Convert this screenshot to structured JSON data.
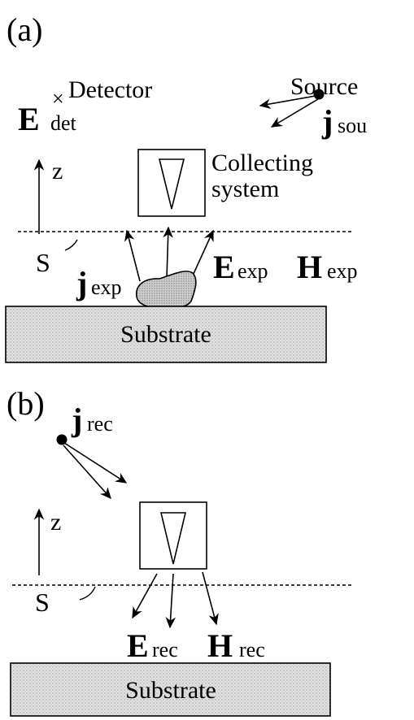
{
  "panel_a": {
    "label": "(a)",
    "detector_label": "Detector",
    "det_field": {
      "symbol": "E",
      "superscript": "×",
      "subscript": "det"
    },
    "source_label": "Source",
    "source_current": {
      "symbol": "j",
      "subscript": "sou"
    },
    "axis_label": "z",
    "collecting_label_line1": "Collecting",
    "collecting_label_line2": "system",
    "surface_label": "S",
    "exp_current": {
      "symbol": "j",
      "subscript": "exp"
    },
    "exp_E": {
      "symbol": "E",
      "subscript": "exp"
    },
    "exp_H": {
      "symbol": "H",
      "subscript": "exp"
    },
    "substrate_label": "Substrate"
  },
  "panel_b": {
    "label": "(b)",
    "rec_current": {
      "symbol": "j",
      "subscript": "rec"
    },
    "axis_label": "z",
    "surface_label": "S",
    "rec_E": {
      "symbol": "E",
      "subscript": "rec"
    },
    "rec_H": {
      "symbol": "H",
      "subscript": "rec"
    },
    "substrate_label": "Substrate"
  },
  "colors": {
    "ink": "#000000",
    "substrate_fill": "#dcdcdc",
    "particle_fill": "#c8c8c8"
  }
}
